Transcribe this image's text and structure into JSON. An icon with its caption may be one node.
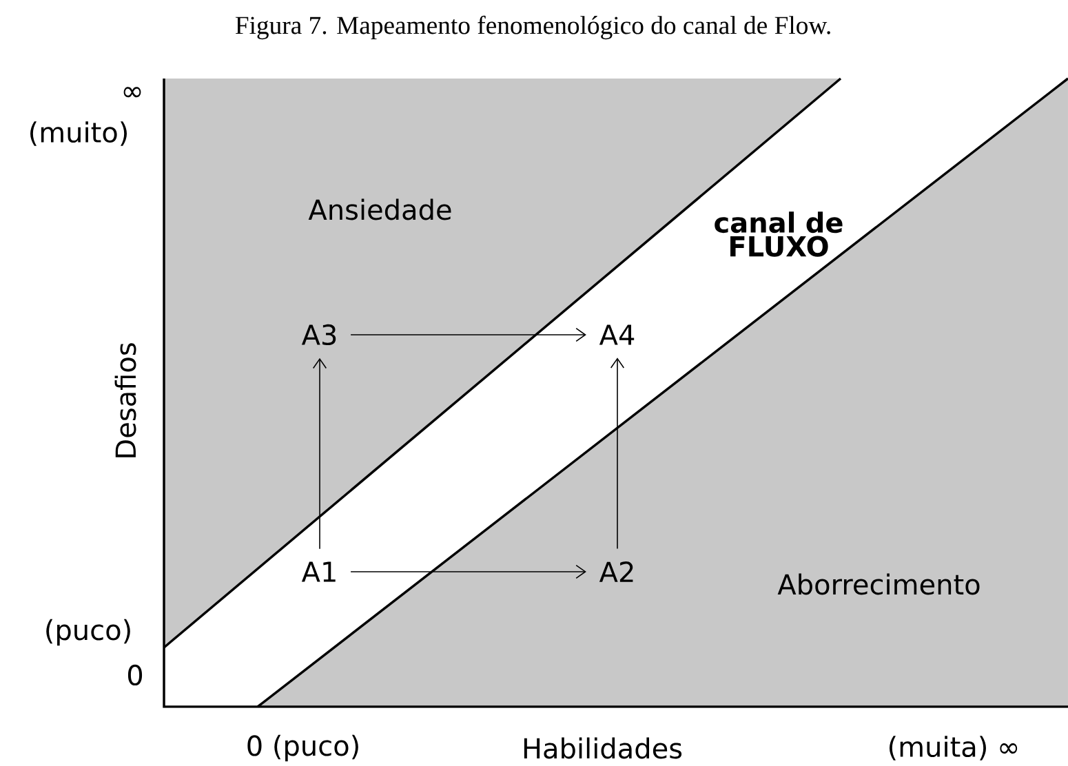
{
  "diagram": {
    "title": "Figura 7. Mapeamento fenomenológico do canal de Flow.",
    "nodes": [
      {
        "text": [
          "A1"
        ]
      },
      {
        "text": [
          "A2"
        ]
      },
      {
        "text": [
          "A3"
        ]
      },
      {
        "text": [
          "A4"
        ]
      }
    ],
    "edges": [
      {
        "from": 0,
        "to": 1,
        "arrow": "to"
      },
      {
        "from": 0,
        "to": 2,
        "arrow": "to"
      },
      {
        "from": 2,
        "to": 3,
        "arrow": "to"
      },
      {
        "from": 1,
        "to": 3,
        "arrow": "to"
      }
    ],
    "labels": [
      "∞",
      "(muito)",
      "Ansiedade",
      "canal de FLUXO",
      "Desafios",
      "Aborrecimento",
      "(puco)",
      "0",
      "0 (puco)",
      "Habilidades",
      "(muita) ∞"
    ]
  }
}
